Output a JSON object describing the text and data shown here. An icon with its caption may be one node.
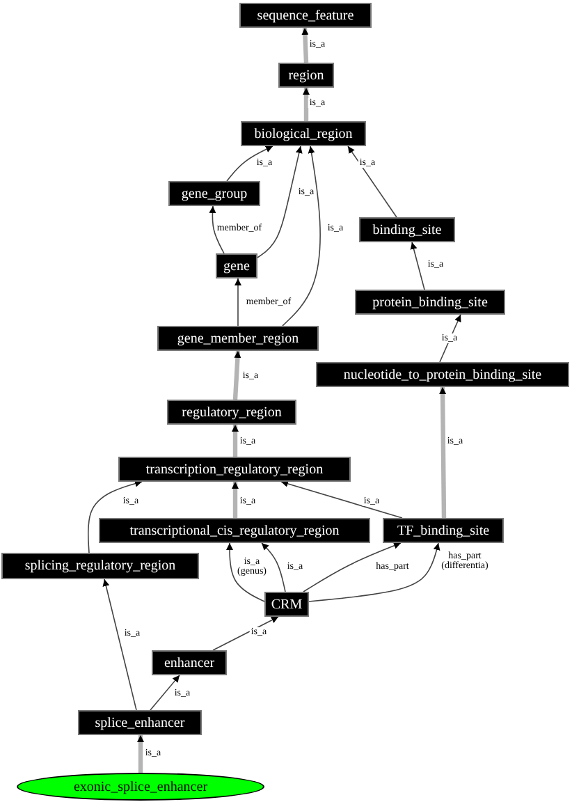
{
  "diagram": {
    "nodes": [
      {
        "text": [
          "sequence_feature"
        ]
      },
      {
        "text": [
          "region"
        ]
      },
      {
        "text": [
          "biological_region"
        ]
      },
      {
        "text": [
          "gene_group"
        ]
      },
      {
        "text": [
          "binding_site"
        ]
      },
      {
        "text": [
          "gene"
        ]
      },
      {
        "text": [
          "protein_binding_site"
        ]
      },
      {
        "text": [
          "gene_member_region"
        ]
      },
      {
        "text": [
          "nucleotide_to_protein_binding_site"
        ]
      },
      {
        "text": [
          "regulatory_region"
        ]
      },
      {
        "text": [
          "transcription_regulatory_region"
        ]
      },
      {
        "text": [
          "transcriptional_cis_regulatory_region"
        ]
      },
      {
        "text": [
          "TF_binding_site"
        ]
      },
      {
        "text": [
          "splicing_regulatory_region"
        ]
      },
      {
        "text": [
          "CRM"
        ]
      },
      {
        "text": [
          "enhancer"
        ]
      },
      {
        "text": [
          "splice_enhancer"
        ]
      },
      {
        "text": [
          "exonic_splice_enhancer"
        ]
      }
    ],
    "edges": [
      {
        "from": 1,
        "to": 0,
        "arrow": "to",
        "label": "is_a",
        "style": "thick",
        "color": "#b4b4b4"
      },
      {
        "from": 2,
        "to": 1,
        "arrow": "to",
        "label": "is_a",
        "style": "thick",
        "color": "#b4b4b4"
      },
      {
        "from": 3,
        "to": 2,
        "arrow": "to",
        "label": "is_a"
      },
      {
        "from": 5,
        "to": 2,
        "arrow": "to",
        "label": "is_a"
      },
      {
        "from": 7,
        "to": 2,
        "arrow": "to",
        "label": "is_a"
      },
      {
        "from": 4,
        "to": 2,
        "arrow": "to",
        "label": "is_a"
      },
      {
        "from": 5,
        "to": 3,
        "arrow": "to",
        "label": "member_of"
      },
      {
        "from": 6,
        "to": 4,
        "arrow": "to",
        "label": "is_a"
      },
      {
        "from": 7,
        "to": 5,
        "arrow": "to",
        "label": "member_of"
      },
      {
        "from": 8,
        "to": 6,
        "arrow": "to",
        "label": "is_a"
      },
      {
        "from": 9,
        "to": 7,
        "arrow": "to",
        "label": "is_a",
        "style": "thick",
        "color": "#b4b4b4"
      },
      {
        "from": 10,
        "to": 9,
        "arrow": "to",
        "label": "is_a",
        "style": "thick",
        "color": "#b4b4b4"
      },
      {
        "from": 12,
        "to": 8,
        "arrow": "to",
        "label": "is_a",
        "style": "thick",
        "color": "#b4b4b4"
      },
      {
        "from": 11,
        "to": 10,
        "arrow": "to",
        "label": "is_a",
        "style": "thick",
        "color": "#b4b4b4"
      },
      {
        "from": 12,
        "to": 10,
        "arrow": "to",
        "label": "is_a"
      },
      {
        "from": 13,
        "to": 10,
        "arrow": "to",
        "label": "is_a"
      },
      {
        "from": 14,
        "to": 11,
        "arrow": "to",
        "label": "is_a (genus)"
      },
      {
        "from": 14,
        "to": 11,
        "arrow": "to",
        "label": "is_a"
      },
      {
        "from": 14,
        "to": 12,
        "arrow": "to",
        "label": "has_part"
      },
      {
        "from": 14,
        "to": 12,
        "arrow": "to",
        "label": "has_part (differentia)"
      },
      {
        "from": 15,
        "to": 14,
        "arrow": "to",
        "label": "is_a"
      },
      {
        "from": 16,
        "to": 13,
        "arrow": "to",
        "label": "is_a"
      },
      {
        "from": 16,
        "to": 15,
        "arrow": "to",
        "label": "is_a"
      },
      {
        "from": 17,
        "to": 16,
        "arrow": "to",
        "label": "is_a",
        "style": "thick",
        "color": "#b4b4b4"
      }
    ]
  }
}
